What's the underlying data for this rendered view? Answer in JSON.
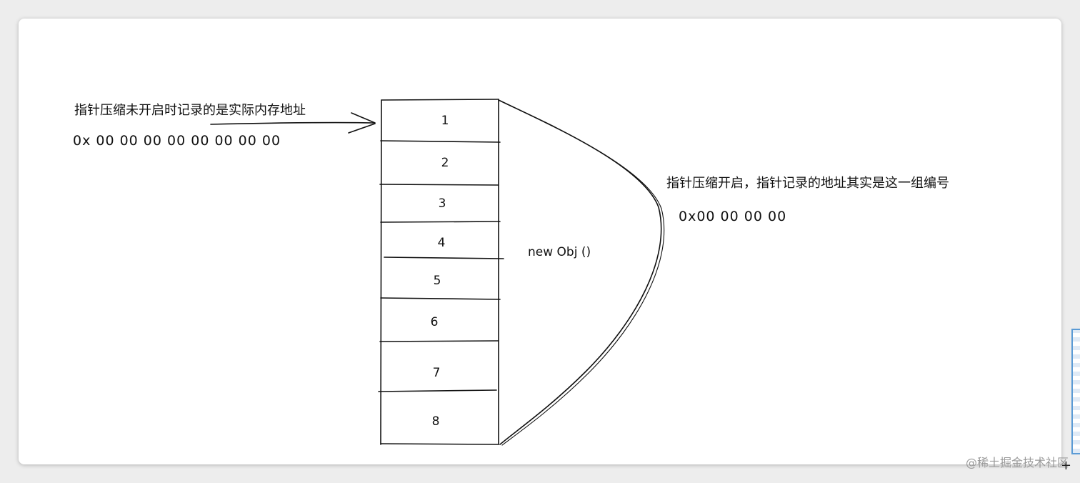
{
  "labels": {
    "uncompressed_title": "指针压缩未开启时记录的是实际内存地址",
    "uncompressed_address": "0x 00 00 00 00 00 00 00 00",
    "compressed_title": "指针压缩开启，指针记录的地址其实是这一组编号",
    "compressed_address": "0x00 00 00 00",
    "object_label": "new Obj ()"
  },
  "cells": [
    "1",
    "2",
    "3",
    "4",
    "5",
    "6",
    "7",
    "8"
  ],
  "watermark": "@稀土掘金技术社区",
  "colors": {
    "stroke": "#111111",
    "background": "#ffffff",
    "watermark": "#9a9a9a"
  }
}
